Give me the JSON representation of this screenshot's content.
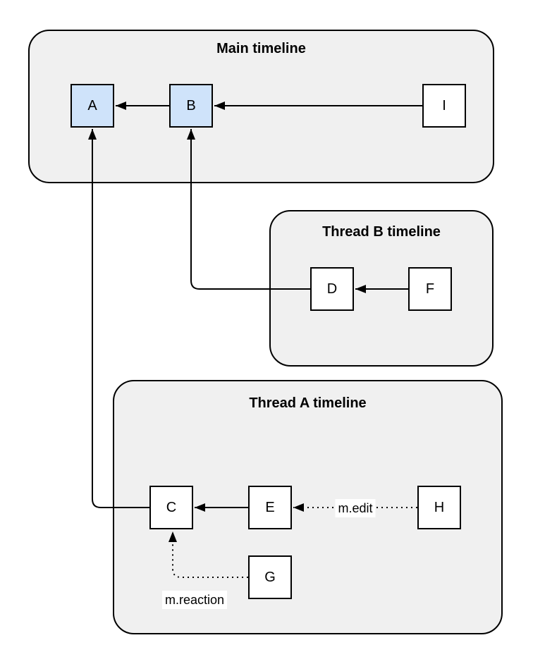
{
  "diagram": {
    "type": "event-graph",
    "colors": {
      "background": "#ffffff",
      "group_fill": "#f0f0f0",
      "group_border": "#000000",
      "node_fill_default": "#ffffff",
      "node_fill_highlight": "#cfe3fa",
      "node_border": "#000000",
      "edge_stroke": "#000000",
      "text": "#000000"
    }
  },
  "containers": [
    {
      "id": "main",
      "title": "Main timeline"
    },
    {
      "id": "thread-b",
      "title": "Thread B timeline"
    },
    {
      "id": "thread-a",
      "title": "Thread A timeline"
    }
  ],
  "nodes": [
    {
      "id": "A",
      "label": "A",
      "container": "main",
      "highlighted": true
    },
    {
      "id": "B",
      "label": "B",
      "container": "main",
      "highlighted": true
    },
    {
      "id": "I",
      "label": "I",
      "container": "main",
      "highlighted": false
    },
    {
      "id": "D",
      "label": "D",
      "container": "thread-b",
      "highlighted": false
    },
    {
      "id": "F",
      "label": "F",
      "container": "thread-b",
      "highlighted": false
    },
    {
      "id": "C",
      "label": "C",
      "container": "thread-a",
      "highlighted": false
    },
    {
      "id": "E",
      "label": "E",
      "container": "thread-a",
      "highlighted": false
    },
    {
      "id": "H",
      "label": "H",
      "container": "thread-a",
      "highlighted": false
    },
    {
      "id": "G",
      "label": "G",
      "container": "thread-a",
      "highlighted": false
    }
  ],
  "edges": [
    {
      "from": "B",
      "to": "A",
      "style": "solid",
      "label": ""
    },
    {
      "from": "I",
      "to": "B",
      "style": "solid",
      "label": ""
    },
    {
      "from": "F",
      "to": "D",
      "style": "solid",
      "label": ""
    },
    {
      "from": "D",
      "to": "B",
      "style": "solid",
      "label": ""
    },
    {
      "from": "E",
      "to": "C",
      "style": "solid",
      "label": ""
    },
    {
      "from": "C",
      "to": "A",
      "style": "solid",
      "label": ""
    },
    {
      "from": "H",
      "to": "E",
      "style": "dotted",
      "label": "m.edit"
    },
    {
      "from": "G",
      "to": "C",
      "style": "dotted",
      "label": "m.reaction"
    }
  ]
}
